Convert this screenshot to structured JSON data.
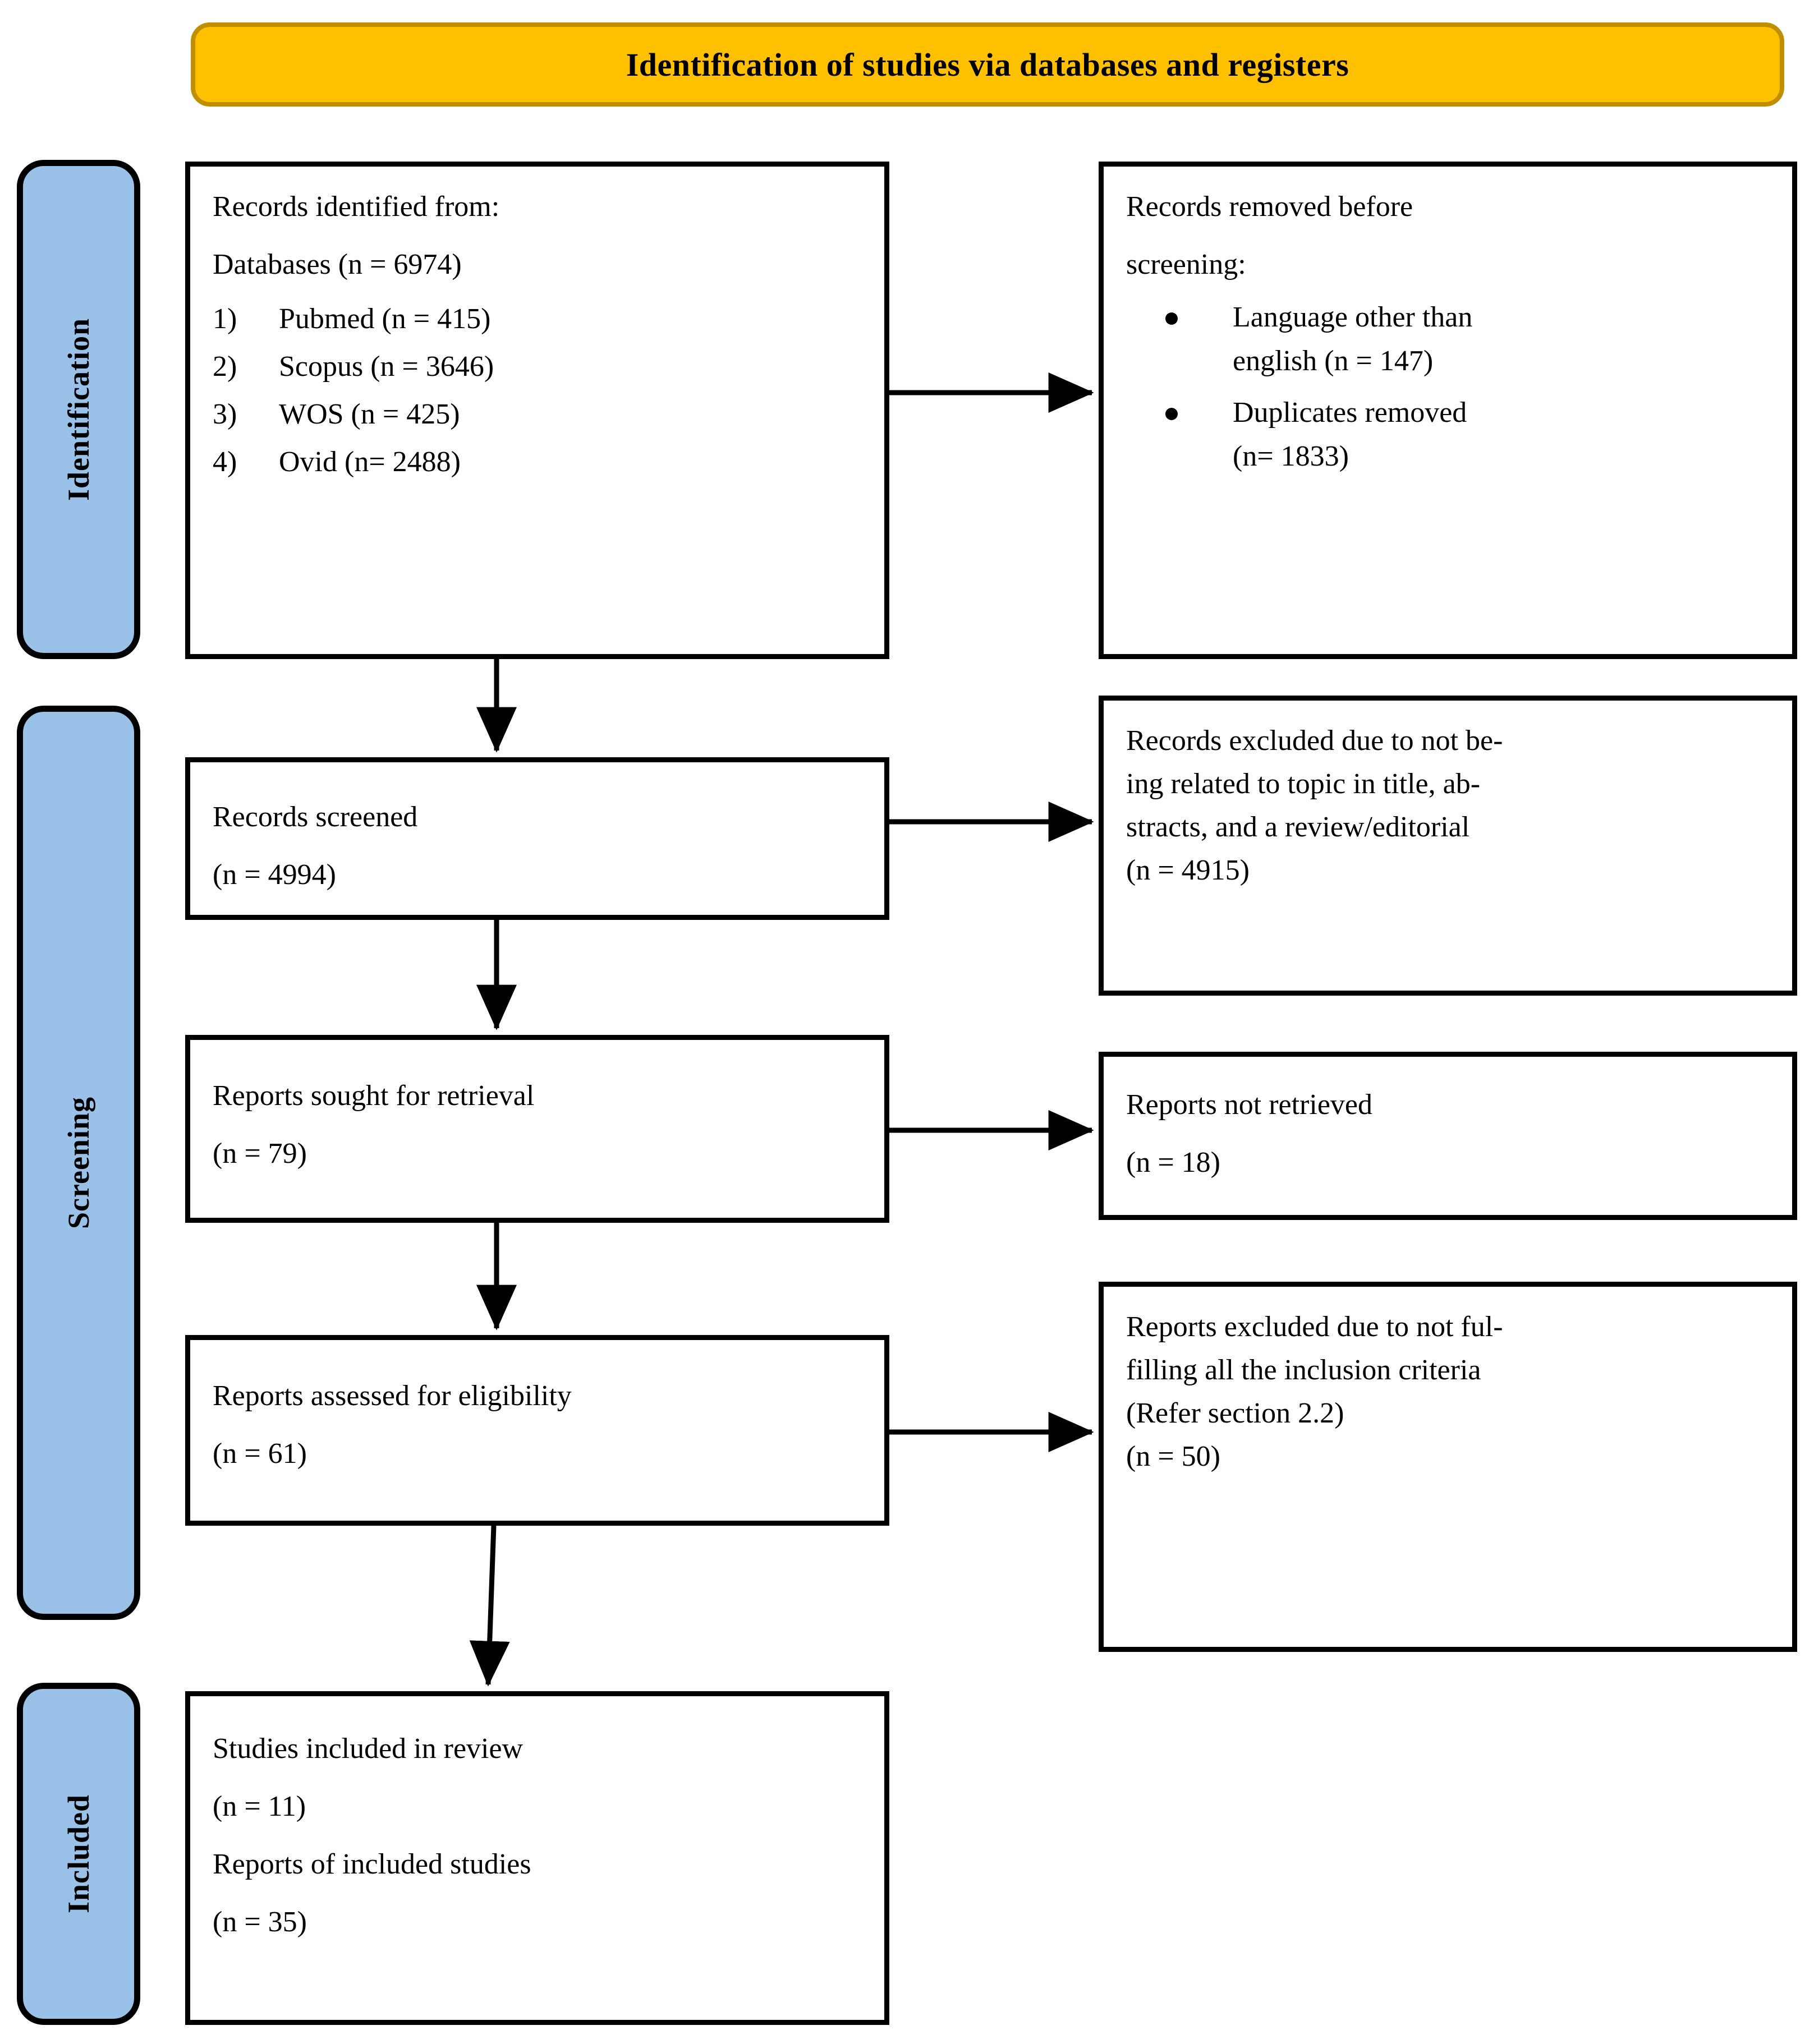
{
  "banner": {
    "title": "Identification of studies via databases and registers",
    "fill_color": "#FFC000",
    "border_color": "#BF8F00"
  },
  "stages": [
    {
      "label": "Identification",
      "fill_color": "#9AC1E8"
    },
    {
      "label": "Screening",
      "fill_color": "#9AC1E8"
    },
    {
      "label": "Included",
      "fill_color": "#9AC1E8"
    }
  ],
  "boxes": {
    "records_identified": {
      "line1": "Records identified from:",
      "line2": "Databases (n = 6974)",
      "sources": [
        {
          "num": "1)",
          "label": "Pubmed (n = 415)"
        },
        {
          "num": "2)",
          "label": "Scopus (n = 3646)"
        },
        {
          "num": "3)",
          "label": "WOS (n = 425)"
        },
        {
          "num": "4)",
          "label": "Ovid (n= 2488)"
        }
      ]
    },
    "records_removed": {
      "line1": "Records removed before",
      "line2": "screening:",
      "bullets": [
        {
          "text_line1": "Language other than",
          "text_line2": "english (n = 147)"
        },
        {
          "text_line1": "Duplicates removed",
          "text_line2": "(n= 1833)"
        }
      ]
    },
    "records_screened": {
      "line1": "Records screened",
      "line2": "(n = 4994)"
    },
    "records_excluded": {
      "line1": "Records excluded due to not be-",
      "line2": "ing related to topic in title, ab-",
      "line3": "stracts, and a review/editorial",
      "line4": "(n = 4915)"
    },
    "reports_sought": {
      "line1": "Reports sought for retrieval",
      "line2": "(n = 79)"
    },
    "reports_not_retrieved": {
      "line1": "Reports not retrieved",
      "line2": "(n = 18)"
    },
    "reports_assessed": {
      "line1": "Reports assessed for eligibility",
      "line2": "(n = 61)"
    },
    "reports_excluded": {
      "line1": "Reports excluded due to not ful-",
      "line2": "filling all the inclusion criteria",
      "line3": "(Refer section 2.2)",
      "line4": "(n = 50)"
    },
    "studies_included": {
      "line1": "Studies included in review",
      "line2": "(n = 11)",
      "line3": "Reports of included studies",
      "line4": "(n = 35)"
    }
  },
  "chart_data": {
    "type": "diagram",
    "title": "Identification of studies via databases and registers",
    "diagram_kind": "PRISMA flow diagram",
    "stages": [
      "Identification",
      "Screening",
      "Included"
    ],
    "nodes": [
      {
        "id": "records_identified",
        "stage": "Identification",
        "side": "left",
        "n": 6974,
        "breakdown": [
          {
            "source": "Pubmed",
            "n": 415
          },
          {
            "source": "Scopus",
            "n": 3646
          },
          {
            "source": "WOS",
            "n": 425
          },
          {
            "source": "Ovid",
            "n": 2488
          }
        ]
      },
      {
        "id": "records_removed",
        "stage": "Identification",
        "side": "right",
        "breakdown": [
          {
            "reason": "Language other than english",
            "n": 147
          },
          {
            "reason": "Duplicates removed",
            "n": 1833
          }
        ]
      },
      {
        "id": "records_screened",
        "stage": "Screening",
        "side": "left",
        "n": 4994
      },
      {
        "id": "records_excluded",
        "stage": "Screening",
        "side": "right",
        "n": 4915
      },
      {
        "id": "reports_sought",
        "stage": "Screening",
        "side": "left",
        "n": 79
      },
      {
        "id": "reports_not_retrieved",
        "stage": "Screening",
        "side": "right",
        "n": 18
      },
      {
        "id": "reports_assessed",
        "stage": "Screening",
        "side": "left",
        "n": 61
      },
      {
        "id": "reports_excluded",
        "stage": "Screening",
        "side": "right",
        "n": 50
      },
      {
        "id": "studies_included",
        "stage": "Included",
        "side": "left",
        "studies_n": 11,
        "reports_n": 35
      }
    ],
    "edges": [
      {
        "from": "records_identified",
        "to": "records_removed",
        "direction": "right"
      },
      {
        "from": "records_identified",
        "to": "records_screened",
        "direction": "down"
      },
      {
        "from": "records_screened",
        "to": "records_excluded",
        "direction": "right"
      },
      {
        "from": "records_screened",
        "to": "reports_sought",
        "direction": "down"
      },
      {
        "from": "reports_sought",
        "to": "reports_not_retrieved",
        "direction": "right"
      },
      {
        "from": "reports_sought",
        "to": "reports_assessed",
        "direction": "down"
      },
      {
        "from": "reports_assessed",
        "to": "reports_excluded",
        "direction": "right"
      },
      {
        "from": "reports_assessed",
        "to": "studies_included",
        "direction": "down"
      }
    ]
  }
}
